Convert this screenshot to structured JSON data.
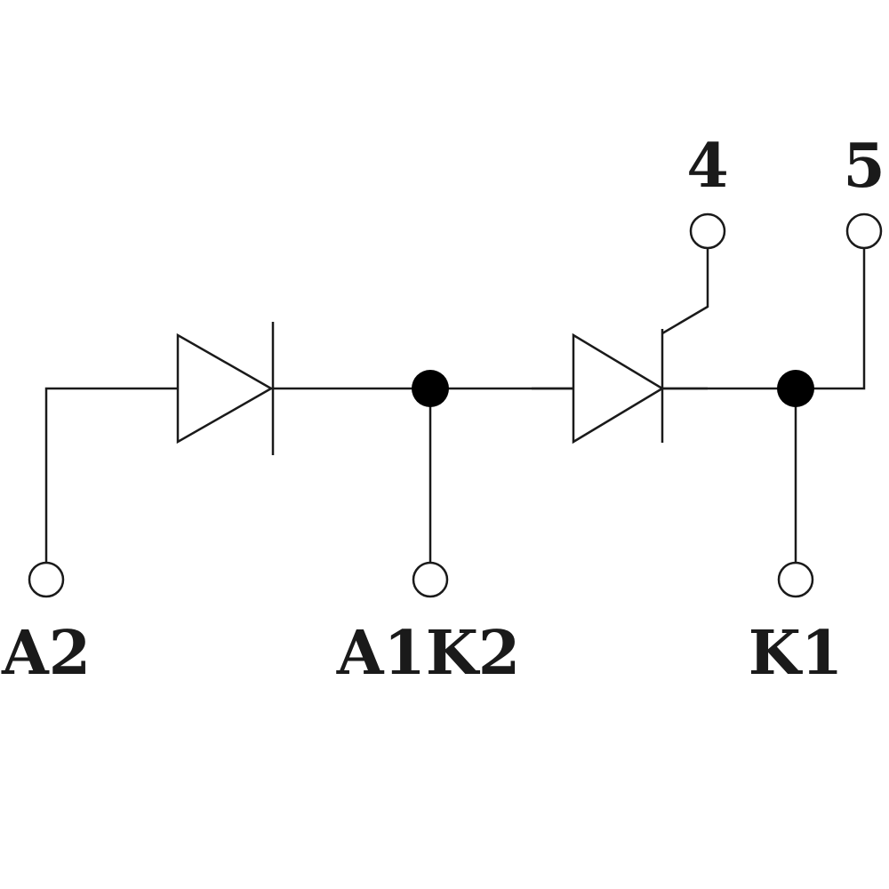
{
  "terminals": {
    "a2": "A2",
    "a1k2": "A1K2",
    "k1": "K1",
    "gate": "4",
    "aux": "5"
  },
  "colors": {
    "line": "#1a1a1a",
    "node": "#000000",
    "background": "#ffffff"
  }
}
